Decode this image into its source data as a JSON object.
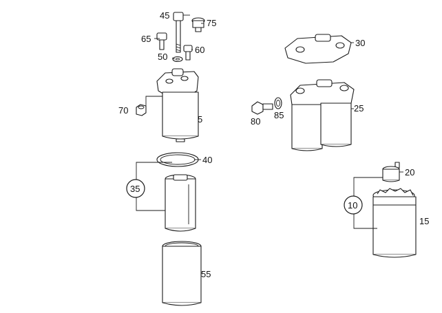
{
  "diagram": {
    "callouts": [
      {
        "id": "45",
        "label": "45"
      },
      {
        "id": "75",
        "label": "75"
      },
      {
        "id": "65",
        "label": "65"
      },
      {
        "id": "60",
        "label": "60"
      },
      {
        "id": "50",
        "label": "50"
      },
      {
        "id": "70",
        "label": "70"
      },
      {
        "id": "5",
        "label": "5"
      },
      {
        "id": "40",
        "label": "40"
      },
      {
        "id": "35",
        "label": "35"
      },
      {
        "id": "55",
        "label": "55"
      },
      {
        "id": "30",
        "label": "30"
      },
      {
        "id": "25",
        "label": "25"
      },
      {
        "id": "80",
        "label": "80"
      },
      {
        "id": "85",
        "label": "85"
      },
      {
        "id": "20",
        "label": "20"
      },
      {
        "id": "10",
        "label": "10"
      },
      {
        "id": "15",
        "label": "15"
      }
    ]
  }
}
